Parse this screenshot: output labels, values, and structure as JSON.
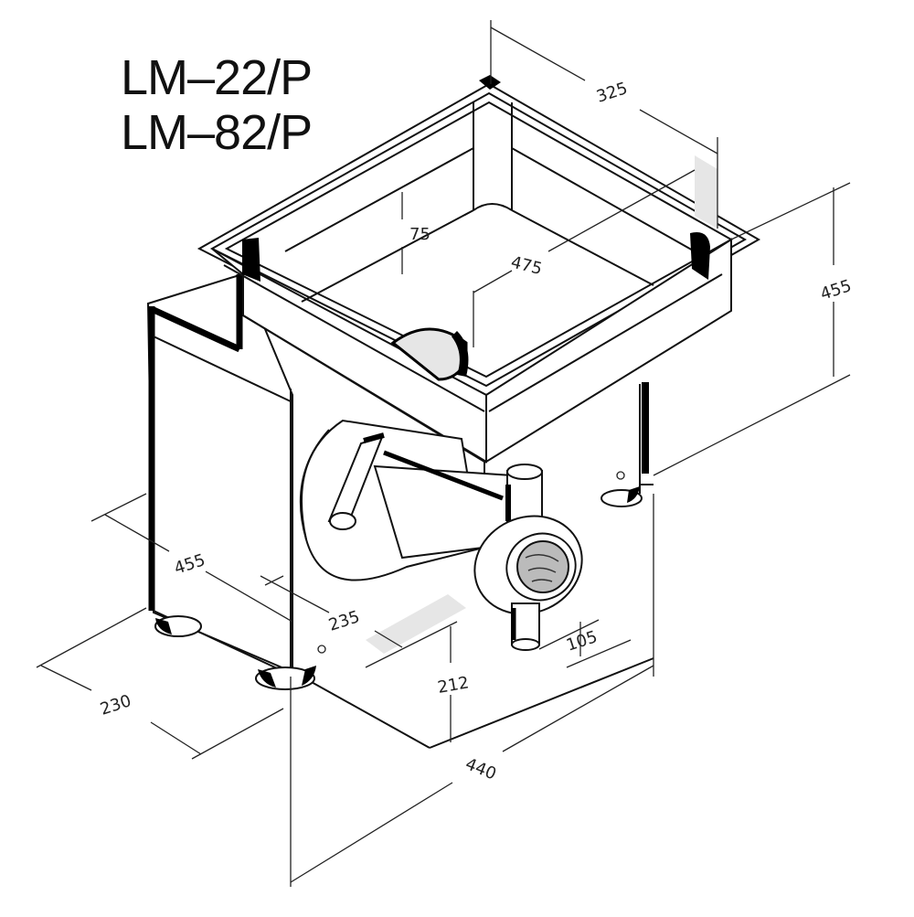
{
  "drawing": {
    "models": [
      "LM–22/P",
      "LM–82/P"
    ],
    "subject": "meat grinder with hopper tray, isometric dimension drawing",
    "units": "mm",
    "dimensions": {
      "tray_depth_top": "325",
      "tray_height_inner": "75",
      "tray_width": "475",
      "total_height_right": "455",
      "body_depth_left": "455",
      "head_offset": "235",
      "outlet_height": "212",
      "outlet_offset": "105",
      "base_width": "230",
      "base_length": "440"
    },
    "colors": {
      "ink": "#111111",
      "background": "#ffffff",
      "shade": "#e6e6e6"
    }
  }
}
